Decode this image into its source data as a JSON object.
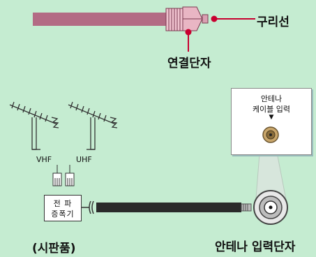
{
  "top": {
    "wire_label": "구리선",
    "connector_label": "연결단자"
  },
  "jack_box": {
    "line1": "안테나",
    "line2": "케이블 입력",
    "arrow": "▼"
  },
  "antennas": {
    "vhf_label": "VHF",
    "uhf_label": "UHF"
  },
  "amplifier": {
    "line1": "전  파",
    "line2": "증폭기"
  },
  "captions": {
    "left": "(시판품)",
    "right": "안테나 입력단자"
  },
  "colors": {
    "background": "#c5ecd1",
    "wire": "#b36b84",
    "connector": "#e9b6c4",
    "accent": "#c80030",
    "cable": "#2a2a2a"
  }
}
